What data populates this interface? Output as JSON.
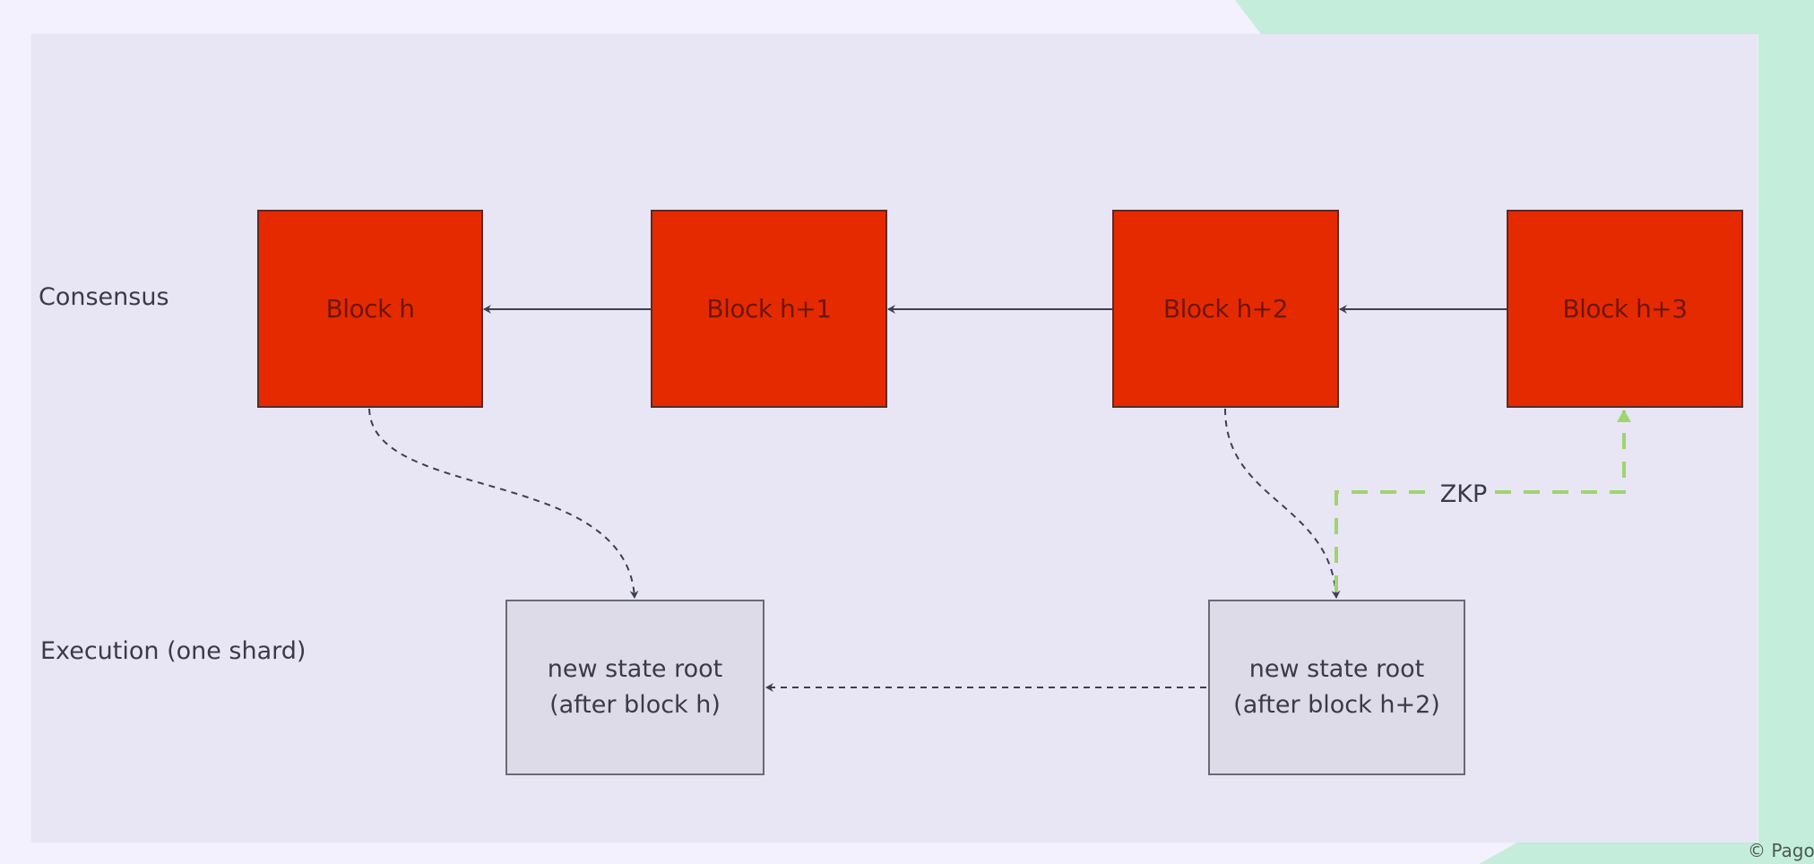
{
  "lanes": {
    "consensus": "Consensus",
    "execution": "Execution (one shard)"
  },
  "blocks": [
    {
      "label": "Block h"
    },
    {
      "label": "Block h+1"
    },
    {
      "label": "Block h+2"
    },
    {
      "label": "Block h+3"
    }
  ],
  "states": [
    {
      "line1": "new state root",
      "line2": "(after block h)"
    },
    {
      "line1": "new state root",
      "line2": "(after block h+2)"
    }
  ],
  "edges": {
    "zkp_label": "ZKP"
  },
  "footer": {
    "copyright": "© Pago"
  },
  "colors": {
    "block_fill": "#e62a00",
    "zkp_edge": "#9fd46e",
    "background_accent": "#c5eddb",
    "panel": "#e8e6f4"
  }
}
